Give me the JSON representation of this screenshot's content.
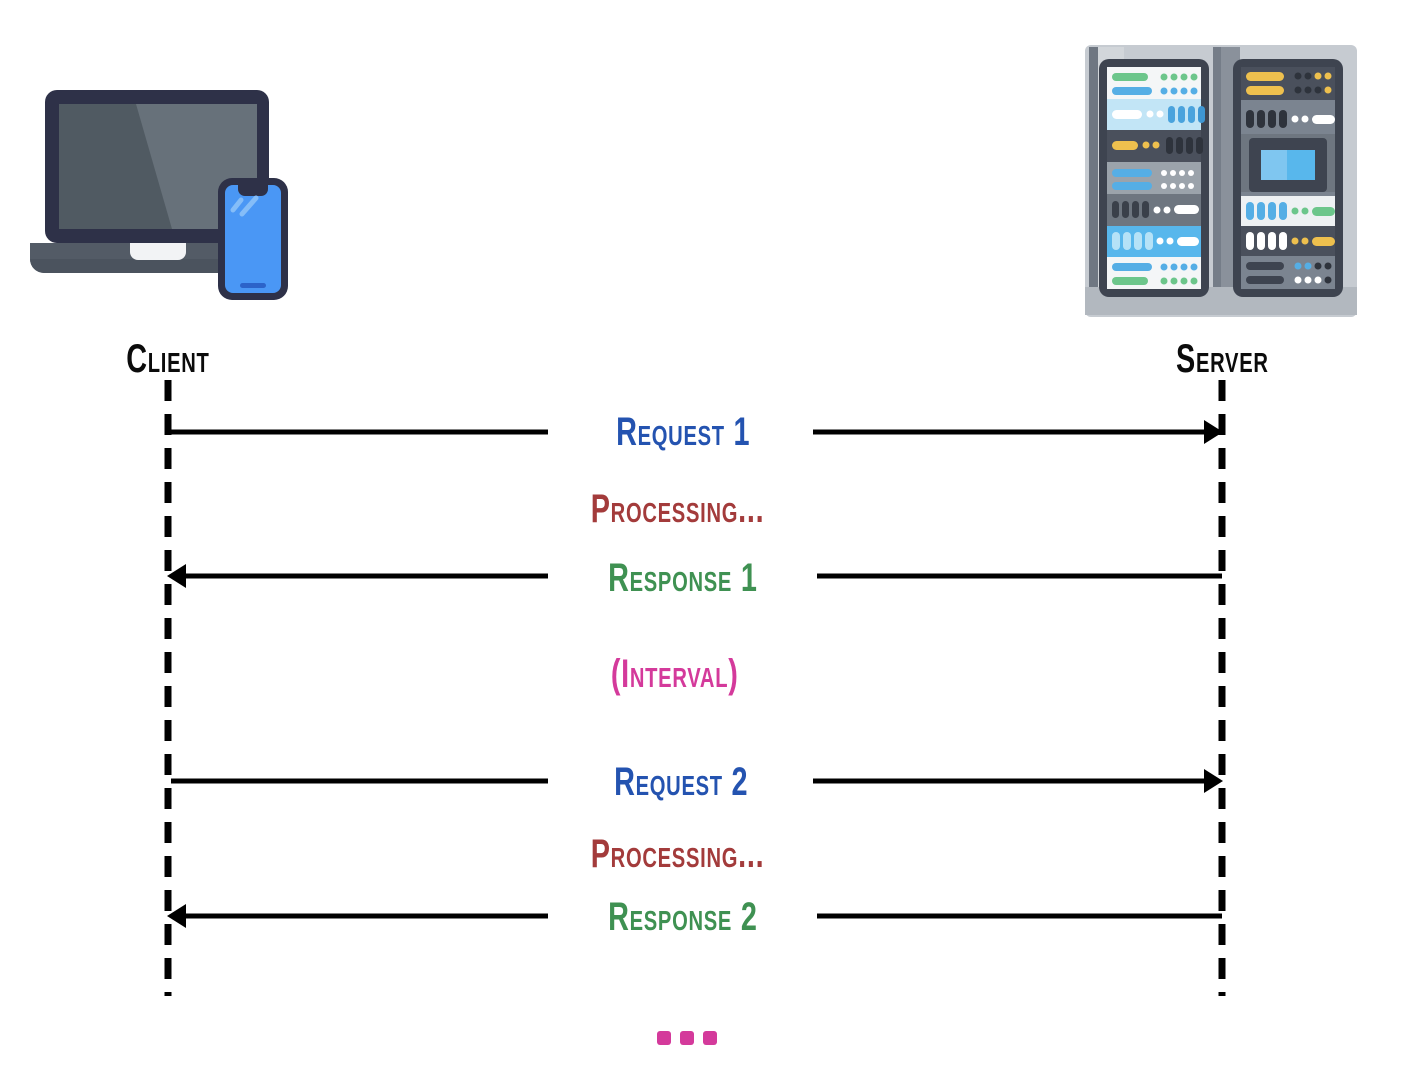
{
  "diagram": {
    "type": "sequence",
    "actors": [
      {
        "id": "client",
        "label": "Client",
        "icon": "client-devices-icon"
      },
      {
        "id": "server",
        "label": "Server",
        "icon": "server-rack-icon"
      }
    ],
    "events": [
      {
        "type": "request",
        "label": "Request 1",
        "from": "client",
        "to": "server"
      },
      {
        "type": "processing",
        "label": "Processing..."
      },
      {
        "type": "response",
        "label": "Response 1",
        "from": "server",
        "to": "client"
      },
      {
        "type": "interval",
        "label": "(Interval)"
      },
      {
        "type": "request",
        "label": "Request 2",
        "from": "client",
        "to": "server"
      },
      {
        "type": "processing",
        "label": "Processing..."
      },
      {
        "type": "response",
        "label": "Response 2",
        "from": "server",
        "to": "client"
      },
      {
        "type": "continuation",
        "label": "..."
      }
    ],
    "colors": {
      "request_label": "#2453b0",
      "processing_label": "#a33b3b",
      "response_label": "#3f9152",
      "interval_label": "#d43a9b",
      "continuation_dots": "#d43a9b",
      "actor_label": "#0b0b0b",
      "line": "#000000"
    }
  }
}
